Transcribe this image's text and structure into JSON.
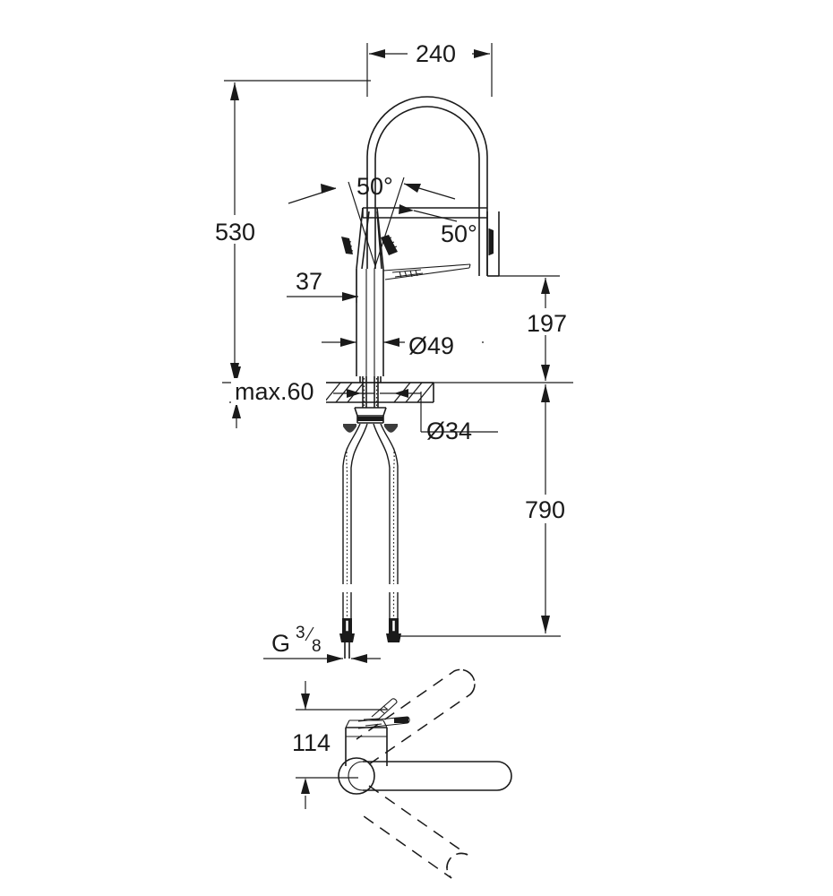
{
  "drawing": {
    "type": "technical-dimension-drawing",
    "subject": "single-lever kitchen mixer tap with pull-out spray",
    "units": "mm",
    "background_color": "#ffffff",
    "line_color": "#1a1a1a"
  },
  "dimensions": {
    "spout_reach": "240",
    "overall_height": "530",
    "spout_outlet_height": "197",
    "hose_length": "790",
    "max_deck_thickness": "max.60",
    "lever_clearance": "37",
    "body_diameter": "Ø49",
    "mounting_hole_diameter": "Ø34",
    "swivel_angle_left": "50°",
    "swivel_angle_right": "50°",
    "handle_offset": "114",
    "thread_label_main": "G",
    "thread_label_num": "3",
    "thread_label_den": "8"
  },
  "views": {
    "elevation": "front elevation with hoses",
    "plan": "top plan view showing lever swing range"
  }
}
